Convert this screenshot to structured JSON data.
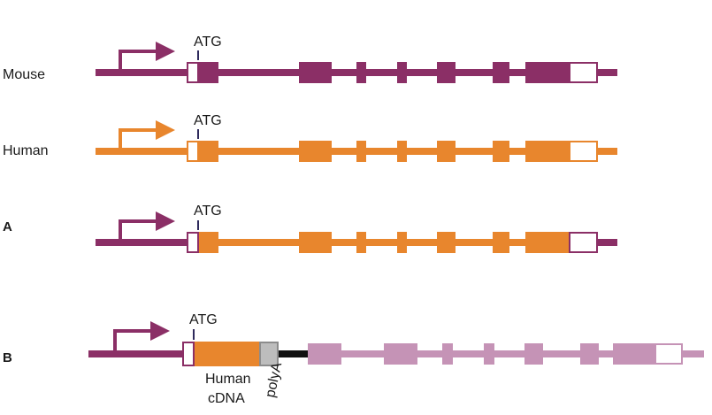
{
  "colors": {
    "mouse": "#8b2f66",
    "human": "#e8862d",
    "light_mouse": "#c593b6",
    "polyA_fill": "#bdbdbd",
    "polyA_stroke": "#8c8c8c",
    "linker": "#111111",
    "atg_tick": "#2e2a5c",
    "utr_fill": "#ffffff"
  },
  "rows": {
    "mouse": {
      "label": "Mouse",
      "atg": "ATG"
    },
    "human": {
      "label": "Human",
      "atg": "ATG"
    },
    "a": {
      "label": "A",
      "atg": "ATG"
    },
    "b": {
      "label": "B",
      "atg": "ATG",
      "cdna_line1": "Human",
      "cdna_line2": "cDNA",
      "polyA": "polyA"
    }
  }
}
